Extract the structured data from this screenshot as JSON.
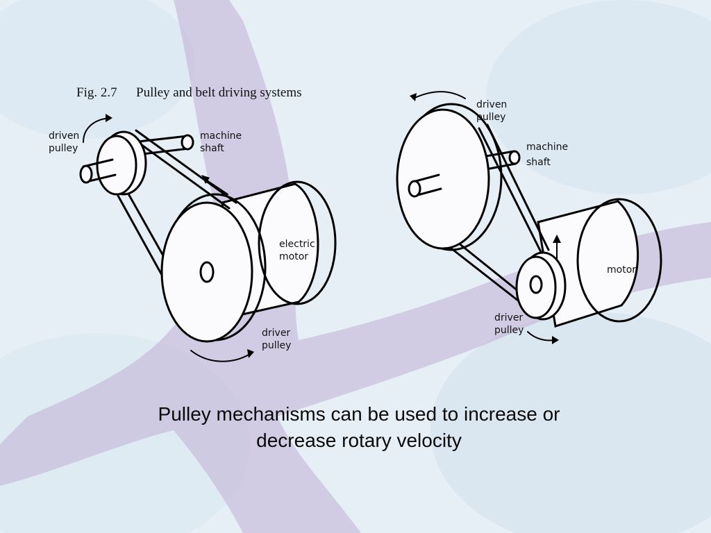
{
  "figure": {
    "caption_number": "Fig. 2.7",
    "caption_title": "Pulley and belt driving systems"
  },
  "left_diagram": {
    "driven_pulley": [
      "driven",
      "pulley"
    ],
    "machine_shaft": [
      "machine",
      "shaft"
    ],
    "electric_motor": [
      "electric",
      "motor"
    ],
    "driver_pulley": [
      "driver",
      "pulley"
    ]
  },
  "right_diagram": {
    "driven_pulley": [
      "driven",
      "pulley"
    ],
    "machine_shaft": [
      "machine",
      "shaft"
    ],
    "motor": "motor",
    "driver_pulley": [
      "driver",
      "pulley"
    ]
  },
  "slide_caption": {
    "line1": "Pulley mechanisms can be used to increase or",
    "line2": "decrease rotary velocity"
  },
  "colors": {
    "background": "#e9f1f7",
    "starfish": "#b8a6cc",
    "line": "#000000"
  }
}
